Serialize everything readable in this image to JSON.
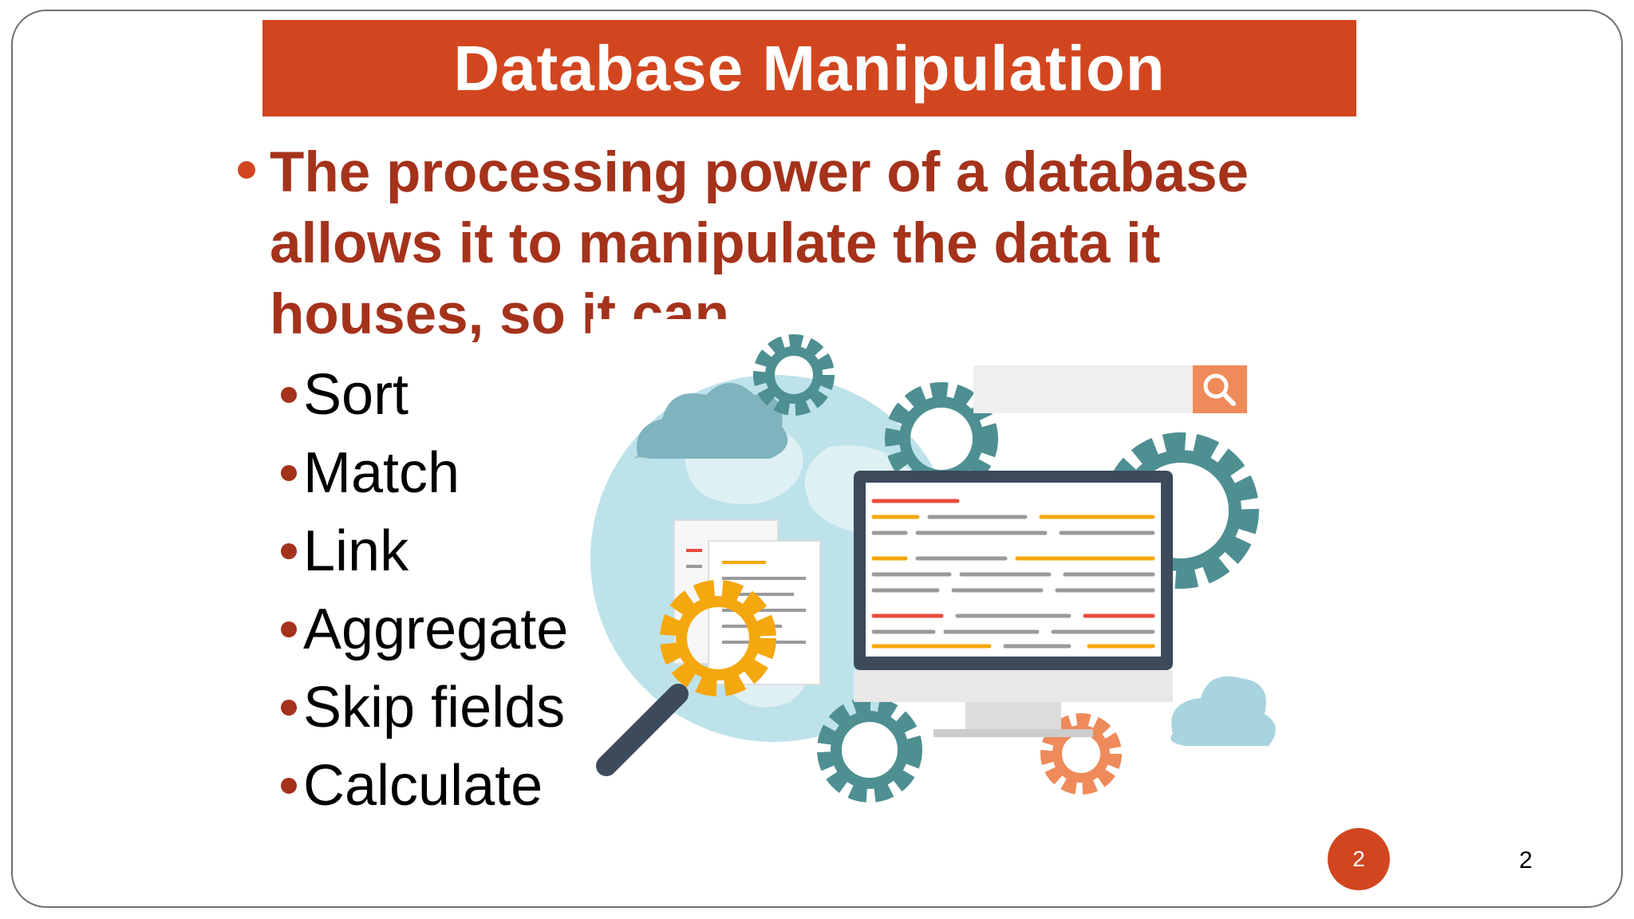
{
  "slide": {
    "title": "Database Manipulation",
    "main_bullet": "The processing power of a database allows it to manipulate the data it houses, so it can",
    "sub_bullets": [
      "Sort",
      "Match",
      "Link",
      "Aggregate",
      "Skip fields",
      "Calculate"
    ],
    "page_badge": "2",
    "page_number": "2"
  },
  "colors": {
    "accent": "#d2461f",
    "bullet_text": "#a5321b",
    "teal": "#4e8f92",
    "yellow": "#f5a70e",
    "globe": "#bde2ea",
    "monitor_frame": "#3d4a5c",
    "search_button": "#ef8a5a"
  },
  "icons": [
    "gear-icon",
    "cloud-icon",
    "globe-icon",
    "monitor-icon",
    "magnifier-icon",
    "document-icon",
    "search-icon"
  ]
}
